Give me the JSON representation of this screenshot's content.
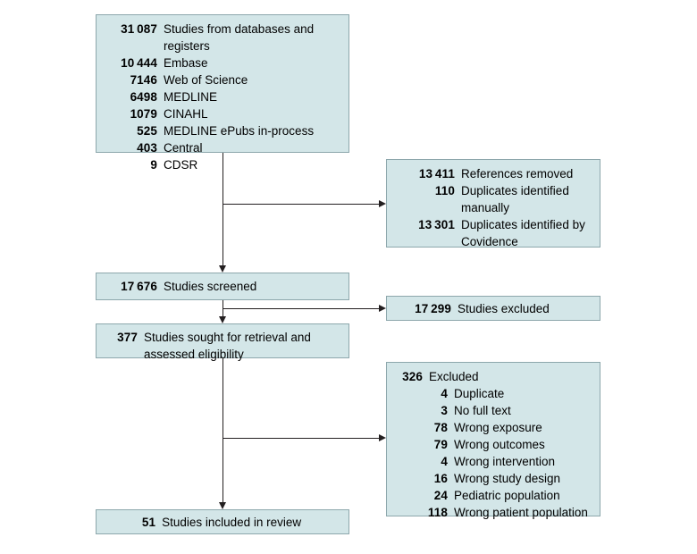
{
  "diagram": {
    "title": "PRISMA study selection flow diagram",
    "colors": {
      "box_fill": "#d3e6e8",
      "box_border": "#8da7ac",
      "line": "#231f20",
      "background": "#ffffff",
      "text": "#000000"
    },
    "boxes": {
      "identification": {
        "name": "studies-from-databases-and-registers",
        "header": {
          "number": "31 087",
          "label": "Studies from databases and registers"
        },
        "items": [
          {
            "number": "10 444",
            "label": "Embase"
          },
          {
            "number": "7146",
            "label": "Web of Science"
          },
          {
            "number": "6498",
            "label": "MEDLINE"
          },
          {
            "number": "1079",
            "label": "CINAHL"
          },
          {
            "number": "525",
            "label": "MEDLINE ePubs in-process"
          },
          {
            "number": "403",
            "label": "Central"
          },
          {
            "number": "9",
            "label": "CDSR"
          }
        ]
      },
      "references_removed": {
        "name": "references-removed",
        "header": {
          "number": "13 411",
          "label": "References removed"
        },
        "items": [
          {
            "number": "110",
            "label": "Duplicates identified manually"
          },
          {
            "number": "13 301",
            "label": "Duplicates identified by Covidence"
          }
        ]
      },
      "screened": {
        "name": "studies-screened",
        "header": {
          "number": "17 676",
          "label": "Studies screened"
        },
        "items": []
      },
      "excluded_screening": {
        "name": "studies-excluded",
        "header": {
          "number": "17 299",
          "label": "Studies excluded"
        },
        "items": []
      },
      "sought_retrieval": {
        "name": "studies-sought-for-retrieval",
        "header": {
          "number": "377",
          "label": "Studies sought for retrieval and assessed eligibility"
        },
        "items": []
      },
      "excluded_eligibility": {
        "name": "excluded-full-text",
        "header": {
          "number": "326",
          "label": "Excluded"
        },
        "items": [
          {
            "number": "4",
            "label": "Duplicate"
          },
          {
            "number": "3",
            "label": "No full text"
          },
          {
            "number": "78",
            "label": "Wrong exposure"
          },
          {
            "number": "79",
            "label": "Wrong outcomes"
          },
          {
            "number": "4",
            "label": "Wrong intervention"
          },
          {
            "number": "16",
            "label": "Wrong study design"
          },
          {
            "number": "24",
            "label": "Pediatric population"
          },
          {
            "number": "118",
            "label": "Wrong patient population"
          }
        ]
      },
      "included": {
        "name": "studies-included-in-review",
        "header": {
          "number": "51",
          "label": "Studies included in review"
        },
        "items": []
      }
    }
  }
}
